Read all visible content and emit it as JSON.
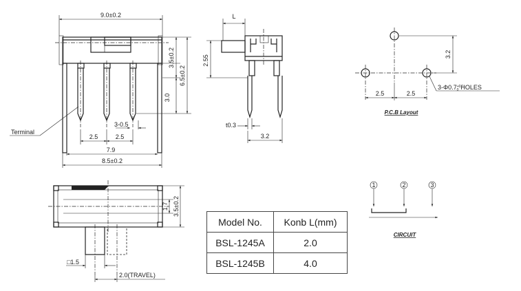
{
  "dims": {
    "top_width": "9.0±0.2",
    "body_height": "3.5±0.2",
    "total_height": "6.5±0.2",
    "pin_length": "3.0",
    "terminal_label": "Terminal",
    "pin_pitch_1": "2.5",
    "pin_pitch_2": "2.5",
    "pin_width": "3-0.5",
    "outer_pins": "7.9",
    "base_width": "8.5±0.2",
    "knob_label": "L",
    "side_height": "2.55",
    "pin_thickness": "t0.3",
    "pin_span": "3.2"
  },
  "pcb": {
    "title": "P.C.B Layout",
    "vertical": "3.2",
    "pitch_1": "2.5",
    "pitch_2": "2.5",
    "holes": "3-Φ0.7",
    "holes_tol_plus": "+0.1",
    "holes_tol_minus": "0",
    "holes_suffix": "HOLES"
  },
  "bottom_view": {
    "inner_height": "1.7",
    "outer_height": "3.5±0.2",
    "knob_width": "□1.5",
    "travel": "2.0(TRAVEL)"
  },
  "circuit": {
    "title": "CIRCUIT",
    "pins": [
      "1",
      "2",
      "3"
    ]
  },
  "table": {
    "headers": [
      "Model No.",
      "Konb L(mm)"
    ],
    "rows": [
      [
        "BSL-1245A",
        "2.0"
      ],
      [
        "BSL-1245B",
        "4.0"
      ]
    ]
  }
}
